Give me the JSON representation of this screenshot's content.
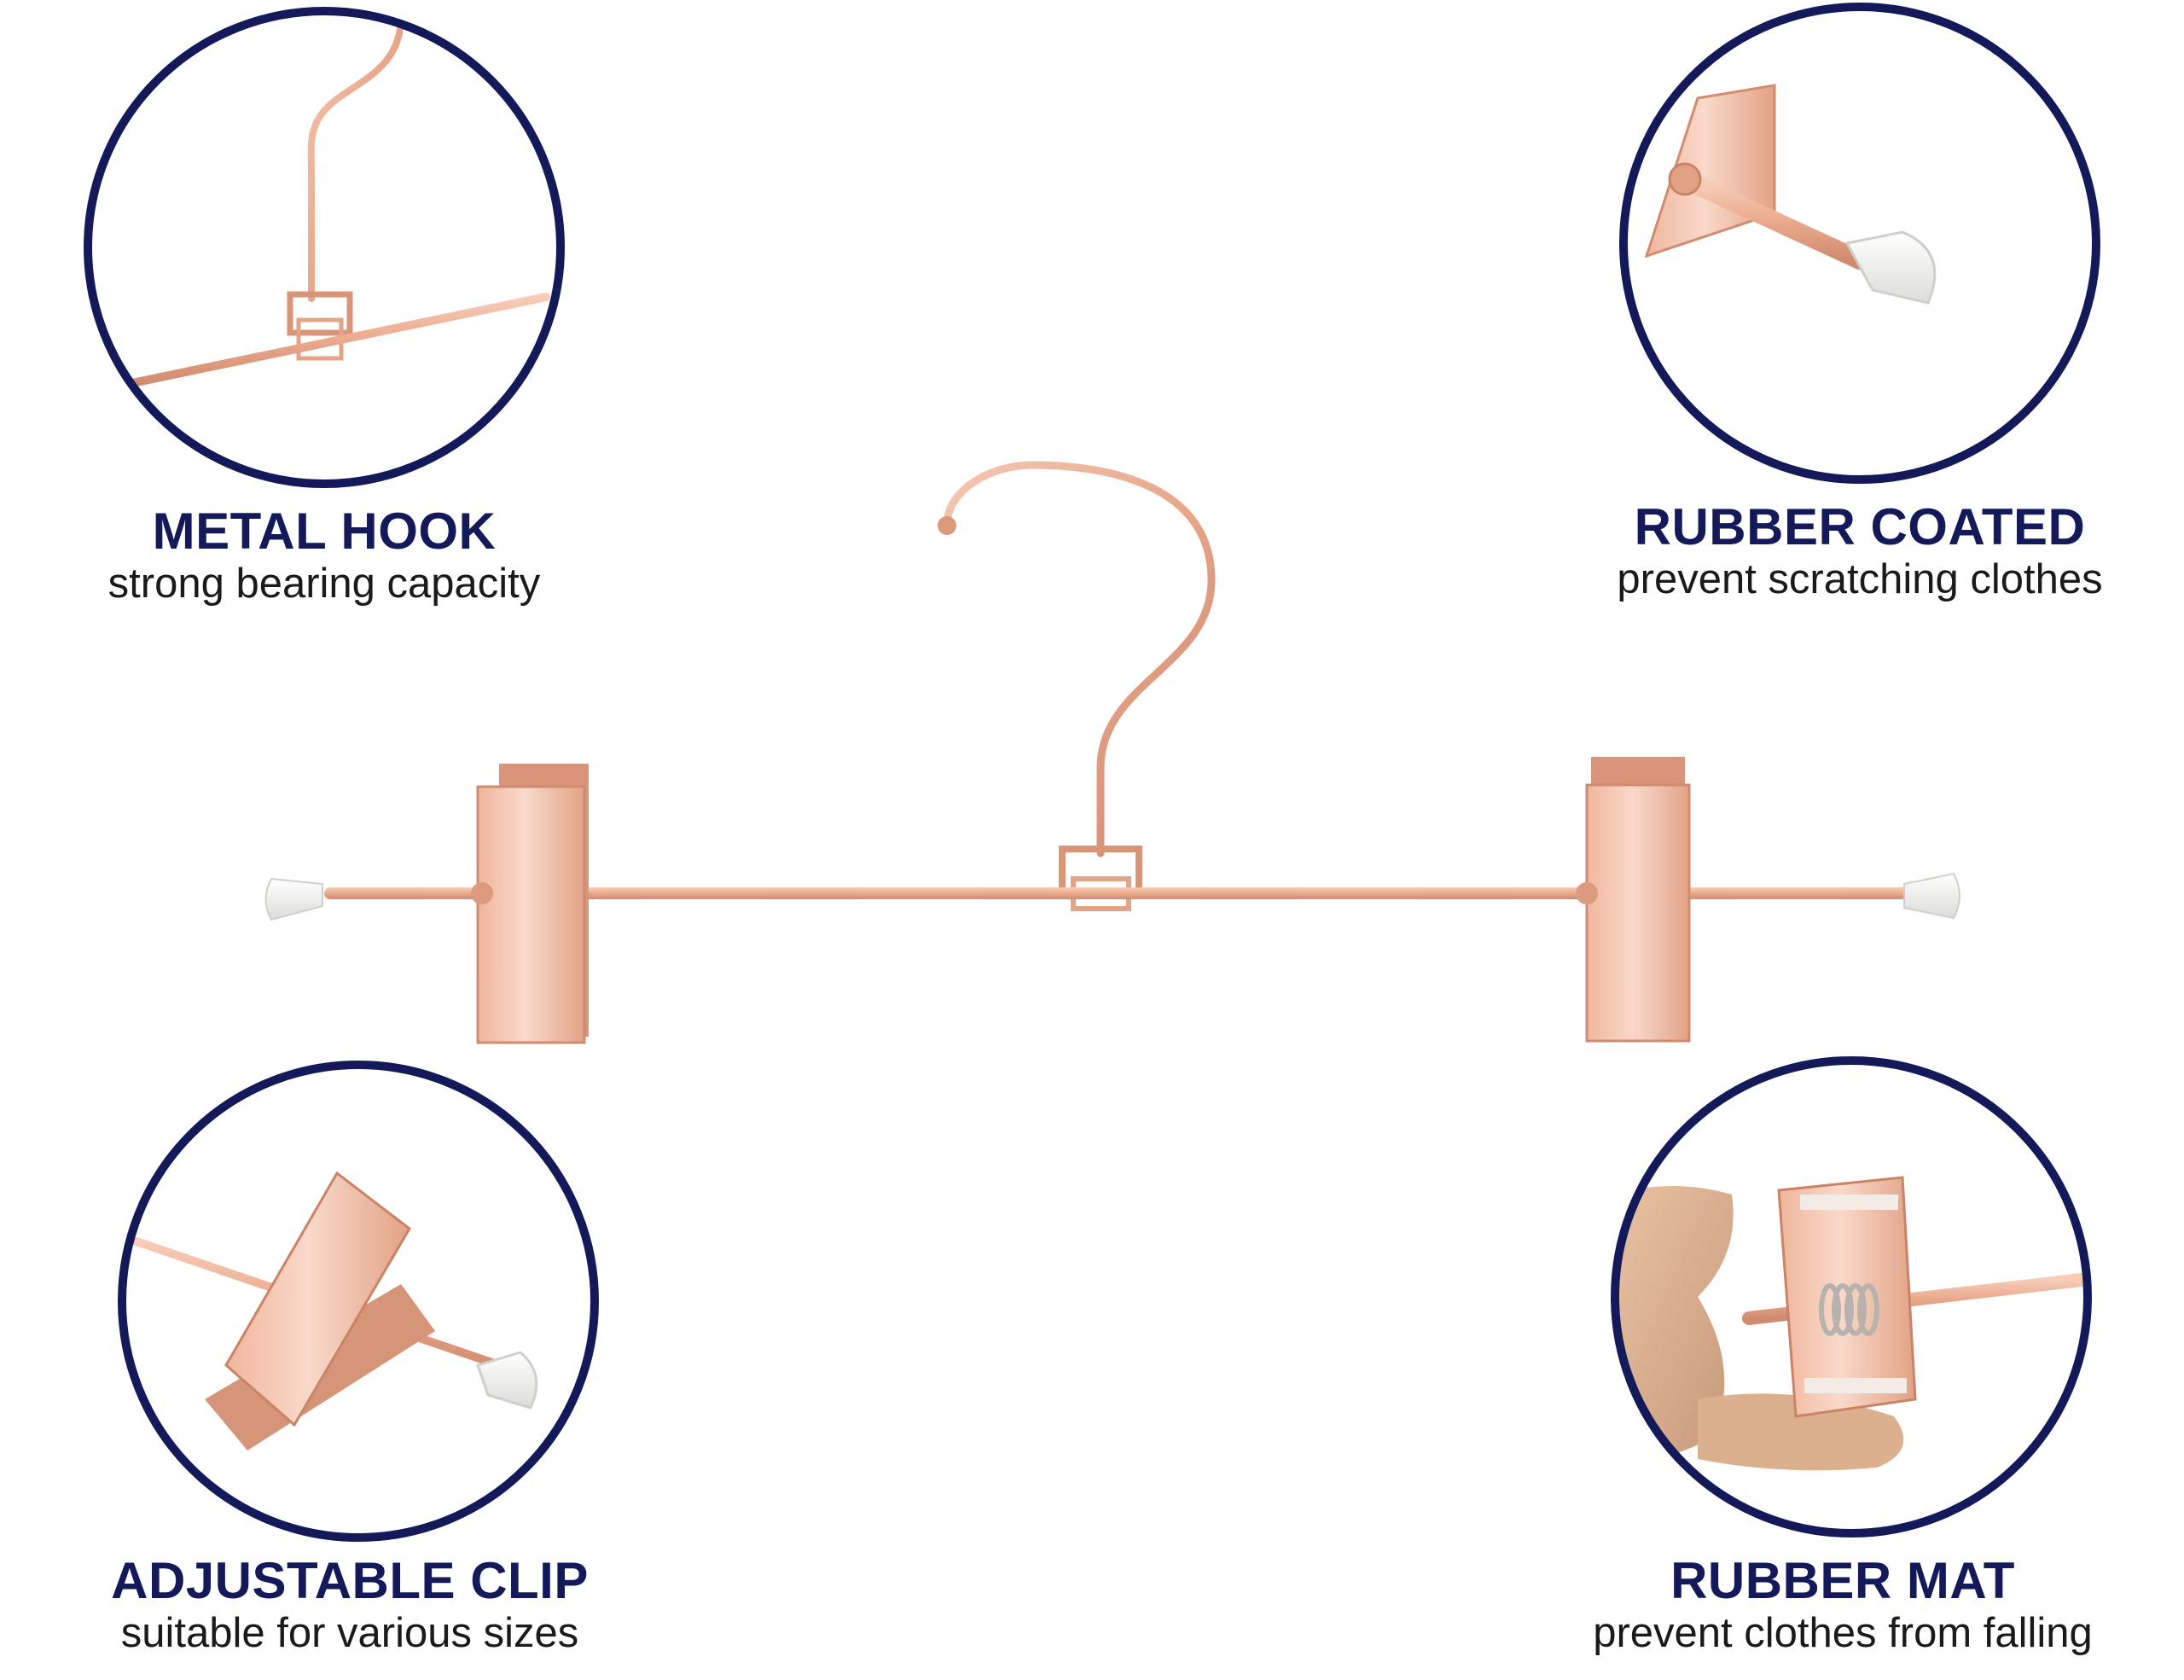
{
  "features": {
    "metal_hook": {
      "title": "METAL HOOK",
      "subtitle": "strong bearing capacity"
    },
    "rubber_coated": {
      "title": "RUBBER COATED",
      "subtitle": "prevent scratching clothes"
    },
    "adjustable_clip": {
      "title": "ADJUSTABLE CLIP",
      "subtitle": "suitable for various sizes"
    },
    "rubber_mat": {
      "title": "RUBBER MAT",
      "subtitle": "prevent clothes from falling"
    }
  },
  "colors": {
    "circle_ring": "#141a59",
    "caption_title": "#141a59",
    "rose_gold": "#e8a88c",
    "rose_gold_dark": "#c97f63",
    "rubber_tip": "#f4f4f2"
  }
}
